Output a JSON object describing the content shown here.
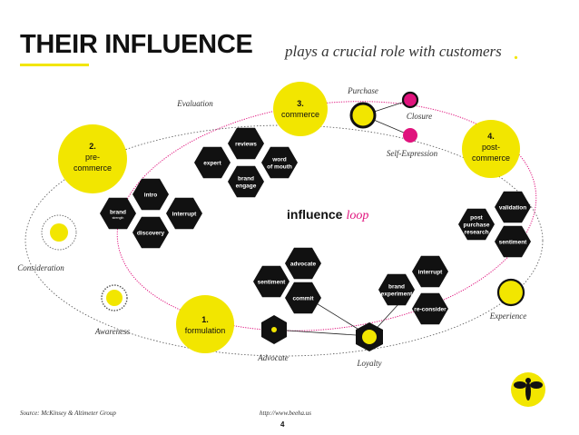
{
  "title": {
    "main": "THEIR INFLUENCE",
    "sub": "plays a crucial role with customers",
    "dot": "."
  },
  "stages": [
    {
      "number": "1.",
      "label": "formulation"
    },
    {
      "number": "2.",
      "label": "pre-commerce"
    },
    {
      "number": "3.",
      "label": "commerce"
    },
    {
      "number": "4.",
      "label": "post-commerce"
    }
  ],
  "touchpoints": {
    "evaluation": "Evaluation",
    "purchase": "Purchase",
    "closure": "Closure",
    "self_expression": "Self-Expression",
    "consideration": "Consideration",
    "awareness": "Awareness",
    "advocate": "Advocate",
    "loyalty": "Loyalty",
    "experience": "Experience"
  },
  "center": {
    "influence": "influence",
    "loop": "loop"
  },
  "hexes": {
    "reviews": "reviews",
    "expert": "expert",
    "word_of_mouth": "word of mouth",
    "brand_engage": "brand engage",
    "intro": "intro",
    "brand": "brand",
    "brand_small": "strength",
    "interrupt_left": "interrupt",
    "discovery": "discovery",
    "validation": "validation",
    "post_purchase_research": "post purchase research",
    "sentiment_right": "sentiment",
    "advocate": "advocate",
    "sentiment_bottom": "sentiment",
    "commit": "commit",
    "interrupt_bottom": "interrupt",
    "brand_experiment": "brand experiment",
    "reconsider": "re-consider"
  },
  "footer": {
    "source": "Source: McKinsey & Altimeter Group",
    "url": "http://www.beeha.us",
    "page": "4"
  },
  "colors": {
    "accent_yellow": "#f2e600",
    "loop_magenta": "#e0137d",
    "hex_black": "#111111",
    "text_dark": "#111111"
  }
}
